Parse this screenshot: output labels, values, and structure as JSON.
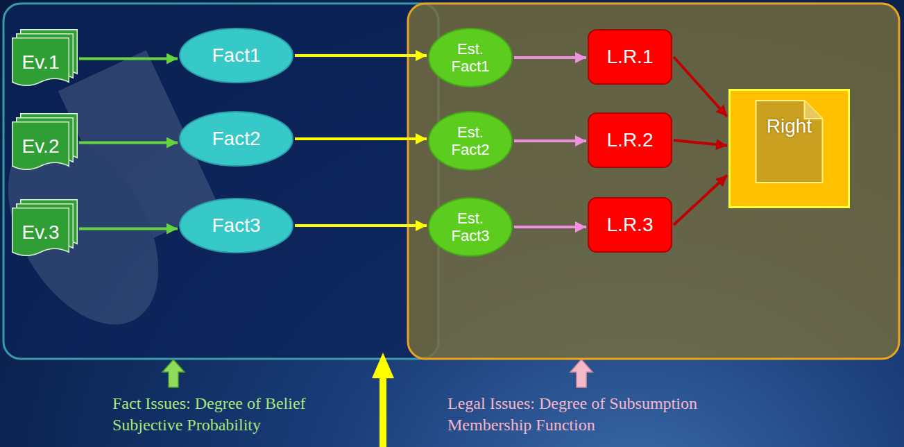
{
  "diagram": {
    "nodes": [
      {
        "text": [
          "Ev.1"
        ]
      },
      {
        "text": [
          "Fact1"
        ]
      },
      {
        "text": [
          "Ev.2"
        ]
      },
      {
        "text": [
          "Fact2"
        ]
      },
      {
        "text": [
          "Ev.3"
        ]
      },
      {
        "text": [
          "Fact3"
        ]
      },
      {
        "text": [
          "Est. Fact1"
        ]
      },
      {
        "text": [
          "L.R.1"
        ]
      },
      {
        "text": [
          "Est. Fact2"
        ]
      },
      {
        "text": [
          "L.R.2"
        ]
      },
      {
        "text": [
          "Est. Fact3"
        ]
      },
      {
        "text": [
          "L.R.3"
        ]
      },
      {
        "text": [
          "Right"
        ]
      }
    ],
    "edges": [
      {
        "from": 0,
        "to": 1,
        "arrow": "to"
      },
      {
        "from": 2,
        "to": 3,
        "arrow": "to"
      },
      {
        "from": 4,
        "to": 5,
        "arrow": "to"
      },
      {
        "from": 1,
        "to": 6,
        "arrow": "to"
      },
      {
        "from": 3,
        "to": 8,
        "arrow": "to"
      },
      {
        "from": 5,
        "to": 10,
        "arrow": "to"
      },
      {
        "from": 6,
        "to": 7,
        "arrow": "to"
      },
      {
        "from": 8,
        "to": 9,
        "arrow": "to"
      },
      {
        "from": 10,
        "to": 11,
        "arrow": "to"
      },
      {
        "from": 7,
        "to": 12,
        "arrow": "to"
      },
      {
        "from": 9,
        "to": 12,
        "arrow": "to"
      },
      {
        "from": 11,
        "to": 12,
        "arrow": "to"
      }
    ],
    "labels": [
      "Fact Issues: Degree of Belief Subjective Probability",
      "Legal Issues: Degree of Subsumption Membership Function"
    ]
  }
}
